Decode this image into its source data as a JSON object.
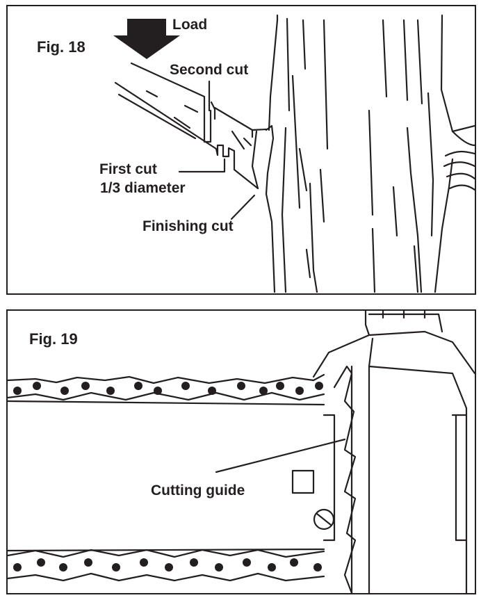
{
  "figure18": {
    "title": "Fig. 18",
    "labels": {
      "load": "Load",
      "second_cut": "Second cut",
      "first_cut_line1": "First cut",
      "first_cut_line2": "1/3 diameter",
      "finishing_cut": "Finishing cut"
    }
  },
  "figure19": {
    "title": "Fig. 19",
    "labels": {
      "cutting_guide": "Cutting guide"
    }
  },
  "colors": {
    "ink": "#231f20",
    "paper": "#ffffff"
  }
}
